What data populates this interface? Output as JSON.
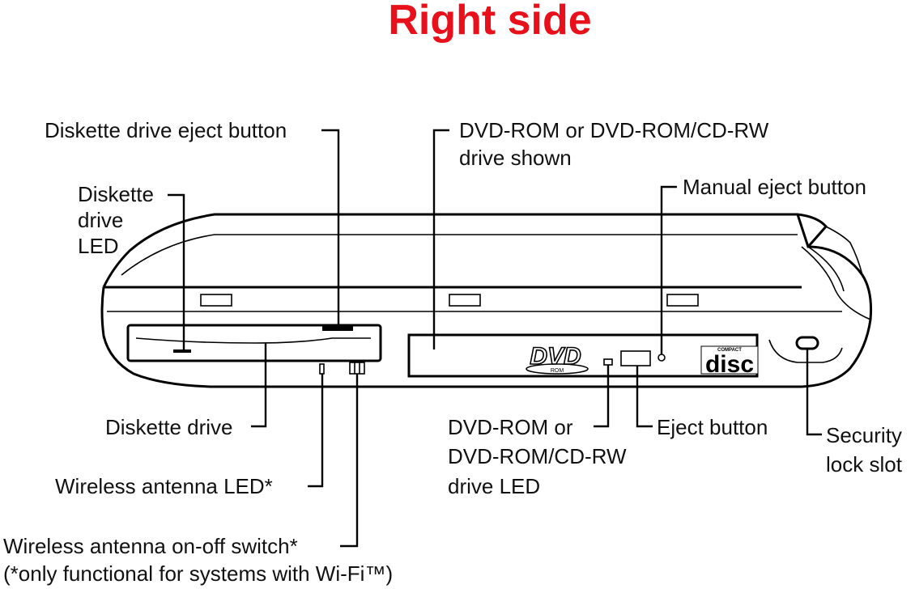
{
  "title": "Right side",
  "colors": {
    "title": "#e8101a",
    "ink": "#000000",
    "background": "#ffffff"
  },
  "labels": {
    "diskette_eject": "Diskette drive eject button",
    "diskette_led_1": "Diskette",
    "diskette_led_2": "drive",
    "diskette_led_3": "LED",
    "dvd_drive_1": "DVD-ROM or DVD-ROM/CD-RW",
    "dvd_drive_2": "drive shown",
    "manual_eject": "Manual eject button",
    "diskette_drive": "Diskette drive",
    "wireless_led": "Wireless antenna LED*",
    "wireless_switch_1": "Wireless antenna on-off switch*",
    "wireless_switch_2": "(*only functional for systems with Wi-Fi™)",
    "dvd_led_1": "DVD-ROM or",
    "dvd_led_2": "DVD-ROM/CD-RW",
    "dvd_led_3": "drive LED",
    "eject_button": "Eject button",
    "security_1": "Security",
    "security_2": "lock slot"
  },
  "logos": {
    "dvd": "DVD",
    "dvd_sub": "ROM",
    "disc_top": "COMPACT",
    "disc": "disc"
  },
  "icons": {
    "dvd_logo": "dvd-logo-icon",
    "compact_disc_logo": "compact-disc-logo-icon",
    "security_slot": "lock-slot-icon"
  }
}
